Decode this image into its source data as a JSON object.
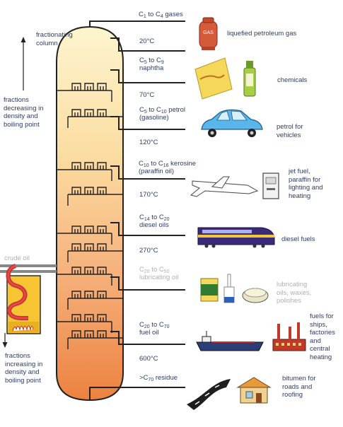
{
  "column_label": [
    "fractionating",
    "column"
  ],
  "top_side_label": [
    "fractions",
    "decreasing in",
    "density and",
    "boiling point"
  ],
  "bottom_side_label": [
    "fractions",
    "increasing in",
    "density and",
    "boiling point"
  ],
  "crude_oil_label": "crude oil",
  "temps": {
    "t1": "20°C",
    "t2": "70°C",
    "t3": "120°C",
    "t4": "170°C",
    "t5": "270°C",
    "t6": "600°C"
  },
  "fractions": {
    "gases": {
      "pre": "C",
      "s1": "1",
      "mid": " to C",
      "s2": "4",
      "post": " gases"
    },
    "naphtha": {
      "pre": "C",
      "s1": "5",
      "mid": " to C",
      "s2": "9",
      "line2": "naphtha"
    },
    "petrol": {
      "pre": "C",
      "s1": "5",
      "mid": " to C",
      "s2": "10",
      "post": " petrol",
      "line2": "(gasoline)"
    },
    "kerosine": {
      "pre": "C",
      "s1": "10",
      "mid": " to C",
      "s2": "16",
      "post": " kerosine",
      "line2": "(paraffin oil)"
    },
    "diesel": {
      "pre": "C",
      "s1": "14",
      "mid": " to C",
      "s2": "20",
      "line2": "diesel oils"
    },
    "lubricating": {
      "pre": "C",
      "s1": "20",
      "mid": " to C",
      "s2": "50",
      "line2": "lubricating oil"
    },
    "fuel_oil": {
      "pre": "C",
      "s1": "20",
      "mid": " to C",
      "s2": "70",
      "line2": "fuel oil"
    },
    "residue": {
      "pre": ">C",
      "s1": "70",
      "post": " residue"
    }
  },
  "products": {
    "lpg": [
      "liquefied petroleum gas"
    ],
    "chemicals": [
      "chemicals"
    ],
    "petrol": [
      "petrol for",
      "vehicles"
    ],
    "jet": [
      "jet fuel,",
      "paraffin for",
      "lighting and",
      "heating"
    ],
    "diesel": [
      "diesel fuels"
    ],
    "lubricating": [
      "lubricating",
      "oils, waxes,",
      "polishes"
    ],
    "fuels": [
      "fuels for",
      "ships,",
      "factories",
      "and",
      "central",
      "heating"
    ],
    "bitumen": [
      "bitumen for",
      "roads and",
      "roofing"
    ]
  },
  "icons": {
    "gas_cylinder": "gas-cylinder-icon",
    "gas_text": "GAS",
    "chemicals": "chemical-bottles-icon",
    "car": "car-icon",
    "plane": "airplane-icon",
    "heater": "paraffin-heater-icon",
    "train": "train-icon",
    "oil_cans": "oil-cans-icon",
    "ship": "ship-icon",
    "factory": "factory-icon",
    "road": "road-icon",
    "house": "house-icon",
    "furnace": "furnace-icon"
  },
  "colors": {
    "column_top": "#fdf4c8",
    "column_bottom": "#ef8a45",
    "pipe": "#2a2a2a",
    "text": "#2c3c63"
  }
}
